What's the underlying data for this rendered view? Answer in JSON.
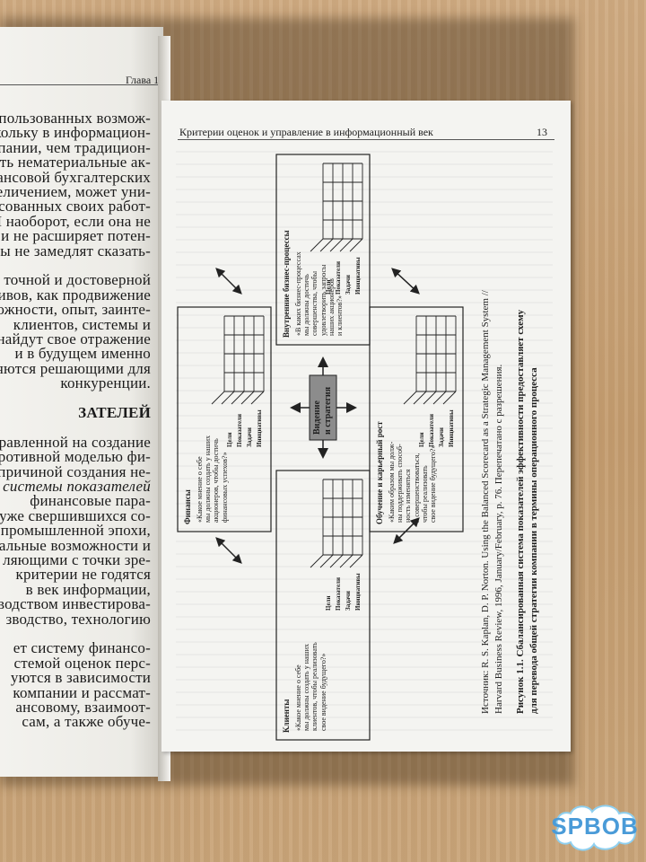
{
  "left_page": {
    "header": "Глава 1",
    "lines": [
      "неиспользованных возмож-",
      "поскольку в информацион-",
      "компании, чем традицион-",
      "учесть нематериальные ак-",
      "финансовой бухгалтерских",
      "увеличением, может уни-",
      "сованных своих работ-",
      "И наоборот, если она не",
      "инвестиции и не расширяет потен-",
      "результаты не замедлят сказать-",
      "",
      "с точной и достоверной",
      "активов, как продвижение",
      "возможности, опыт, заинте-",
      "клиентов, системы и",
      "найдут свое отражение",
      "и в будущем именно",
      "являются решающими для",
      "конкуренции.",
      "",
      "ЗАТЕЛЕЙ",
      "",
      "управленной на создание",
      "противной моделью фи-",
      "причиной создания не-",
      "ой системы показателей",
      "финансовые пара-",
      "уже свершившихся со-",
      "промышленной эпохи,",
      "альные возможности и",
      "ляющими с точки зре-",
      "критерии не годятся",
      "в век информации,",
      "зводством инвестирова-",
      "зводство, технологию",
      "",
      "ет систему финансо-",
      "стемой оценок перс-",
      "уются в зависимости",
      "компании и рассмат-",
      "ансовому, взаимоот-",
      "сам, а также обуче-"
    ]
  },
  "right_page": {
    "header": "Критерии оценок и управление в информационный век",
    "page_number": "13"
  },
  "diagram": {
    "center": "Видение\nи стратегия",
    "columns": [
      "Цели",
      "Показатели",
      "Задачи",
      "Инициативы"
    ],
    "boxes": {
      "top": {
        "title": "Внутренние бизнес-процессы",
        "question": "«В каких бизнес-процессах\nмы должны достичь\nсовершенства, чтобы\nудовлетворить запросы\nнаших акционеров\nи клиентов?»"
      },
      "left": {
        "title": "Финансы",
        "question": "«Какое мнение о себе\nмы должны создать у наших\nакционеров, чтобы достичь\nфинансовых успехов?»"
      },
      "right": {
        "title": "Обучение и карьерный рост",
        "question": "«Каким образом мы долж-\nны поддерживать способ-\nность изменяться\nи совершенствоваться,\nчтобы реализовать\nсвое видение будущего?»"
      },
      "bottom": {
        "title": "Клиенты",
        "question": "«Какое мнение о себе\nмы должны создать у наших\nклиентов, чтобы реализовать\nсвое видение будущего?»"
      }
    }
  },
  "caption": {
    "source_line1": "Источник: R. S. Kaplan, D. P. Norton. Using the Balanced Scorecard as a Strategic Management System //",
    "source_line2": "Harvard Business Review, 1996, January/February, p. 76. Перепечатано с разрешения.",
    "figure_line1": "Рисунок 1.1. Сбалансированная система показателей эффективности предоставляет схему",
    "figure_line2": "для перевода общей стратегии компании в термины операционного процесса"
  },
  "watermark": {
    "text": "SPBOB",
    "color": "#4a9bd8"
  }
}
